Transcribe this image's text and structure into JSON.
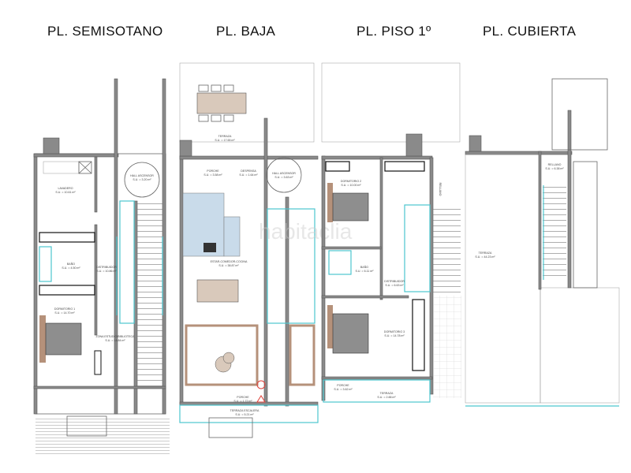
{
  "titles": {
    "semisotano": "PL. SEMISOTANO",
    "baja": "PL. BAJA",
    "piso1": "PL. PISO 1º",
    "cubierta": "PL. CUBIERTA"
  },
  "watermark": "habitaclia",
  "colors": {
    "wall": "#8a8a8a",
    "glass": "#4cc6cf",
    "kitchen": "#c9dbea",
    "bed": "#8e8e8e",
    "wood": "#b5917a",
    "alarm": "#e0413a"
  },
  "semisotano": {
    "lavadero": {
      "name": "LAVADERO",
      "area": "S.U. = 10.61 m²"
    },
    "hall": {
      "name": "HALL ASCENSOR",
      "area": "S.U. = 3.20 m²"
    },
    "bano": {
      "name": "BAÑO",
      "area": "S.U. = 4.50 m²"
    },
    "distribuidor": {
      "name": "DISTRIBUIDOR",
      "area": "S.U. = 10.86 m²"
    },
    "dormitorio1": {
      "name": "DORMITORIO 1",
      "area": "S.U. = 14.70 m²"
    },
    "estudio": {
      "name": "ZONA ESTUDIO/BIBLIOTECA",
      "area": "S.U. = 14.84 m²"
    }
  },
  "baja": {
    "terraza": {
      "name": "TERRAZA",
      "area": "S.U. = 17.65 m²"
    },
    "porche": {
      "name": "PORCHE",
      "area": "S.U. = 3.58 m²"
    },
    "despensa": {
      "name": "DESPENSA",
      "area": "S.U. = 1.64 m²"
    },
    "hall": {
      "name": "HALL ASCENSOR",
      "area": "S.U. = 3.63 m²"
    },
    "estar": {
      "name": "ESTAR-COMEDOR-COCINA",
      "area": "S.U. = 38.87 m²"
    },
    "porche2": {
      "name": "PORCHE",
      "area": "S.U. = 1.72 m²"
    },
    "terraza_escalera": {
      "name": "TERRAZA ESCALERA",
      "area": "S.U. = 5.21 m²"
    }
  },
  "piso1": {
    "dormitorio2": {
      "name": "DORMITORIO 2",
      "area": "S.U. = 10.00 m²"
    },
    "bano": {
      "name": "BAÑO",
      "area": "S.U. = 6.11 m²"
    },
    "distribuidor": {
      "name": "DISTRIBUIDOR",
      "area": "S.U. = 6.63 m²"
    },
    "dormitorio3": {
      "name": "DORMITORIO 3",
      "area": "S.U. = 14.78 m²"
    },
    "rellano": {
      "name": "RELLANO",
      "area": ""
    },
    "porche": {
      "name": "PORCHE",
      "area": "S.U. = 3.62 m²"
    },
    "terraza": {
      "name": "TERRAZA",
      "area": "S.U. = 2.88 m²"
    }
  },
  "cubierta": {
    "terraza": {
      "name": "TERRAZA",
      "area": "S.U. = 44.23 m²"
    },
    "rellano": {
      "name": "RELLANO",
      "area": "S.U. = 6.38 m²"
    }
  }
}
